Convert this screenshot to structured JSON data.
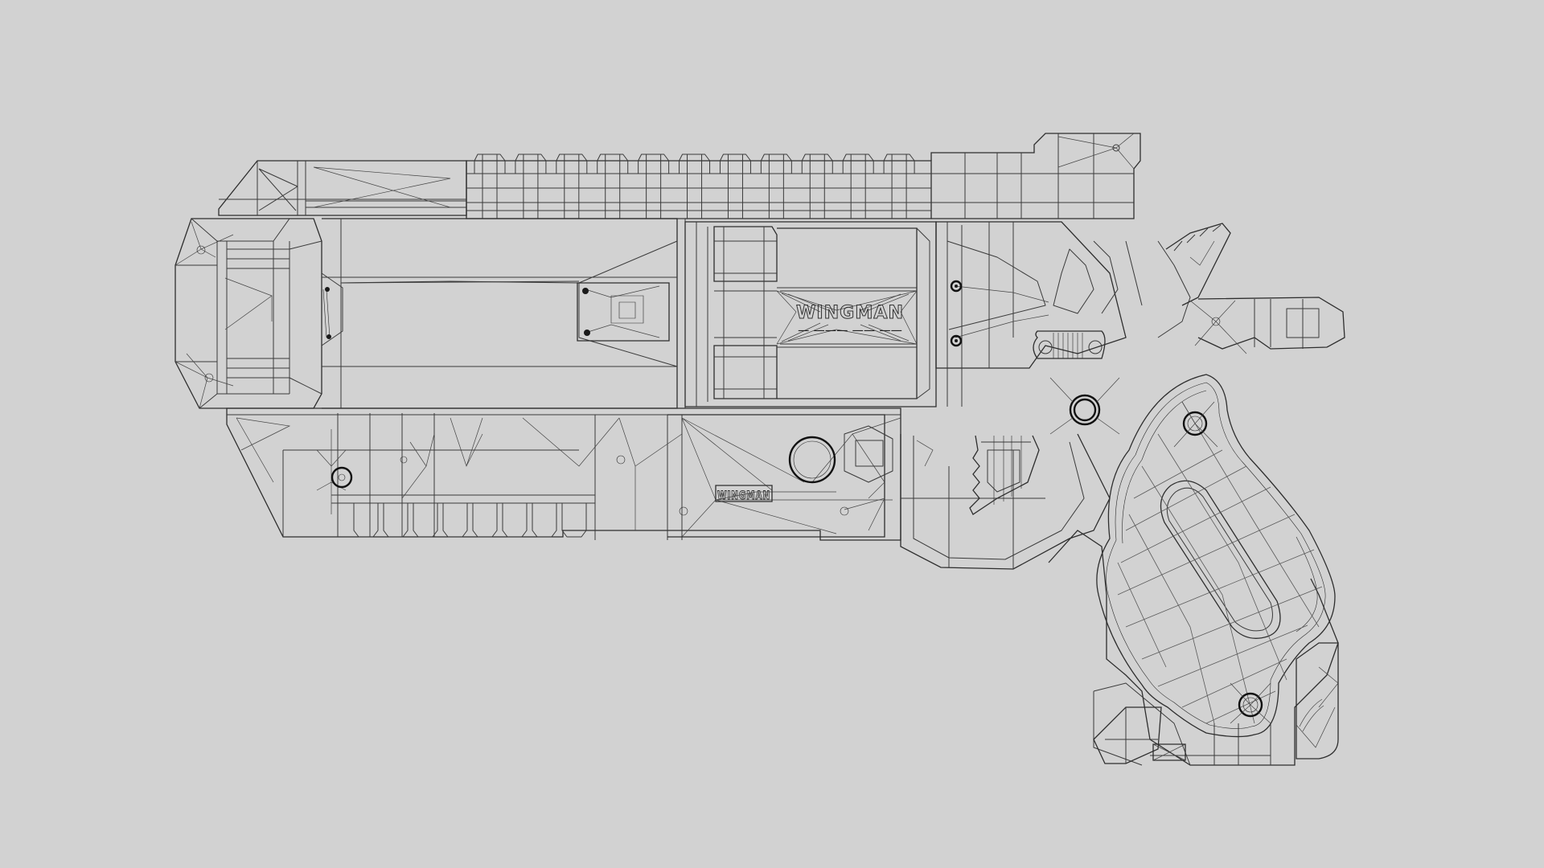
{
  "scene": {
    "background": "#d2d2d2",
    "line_color": "#3a3a3a",
    "subject": "revolver wireframe"
  },
  "emboss": {
    "cylinder_label": "WINGMAN",
    "cylinder_sublabel": "— ——— —— ——",
    "frame_label": "WINGMAN"
  },
  "parts": {
    "rail_teeth_count": 11,
    "lower_teeth_count": 8,
    "trigger_serrations": 5
  }
}
